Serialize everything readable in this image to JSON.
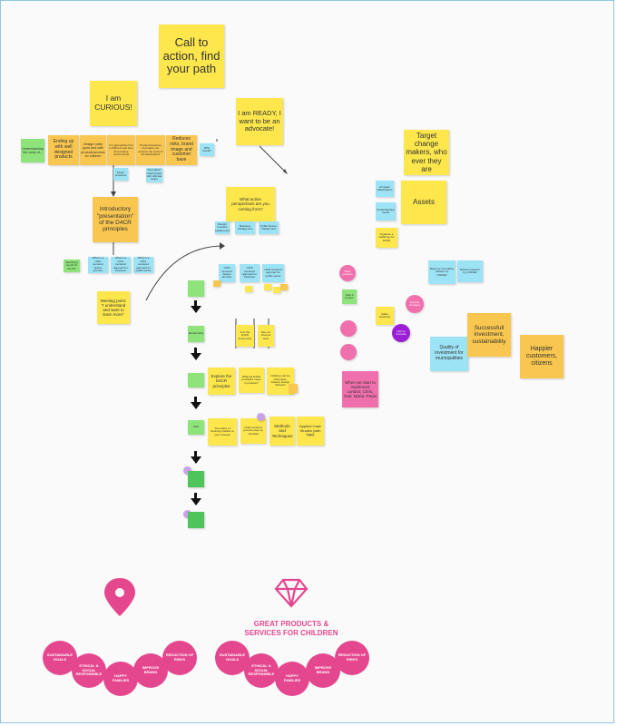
{
  "board": {
    "call_to_action": "Call to action, find your path",
    "curious": "I am CURIOUS!",
    "ready": "I am READY, I want to be an advocate!",
    "target": "Target change makers, who ever they are",
    "assets": "Assets",
    "ending_up": "Ending up with well designed products",
    "design_pitfalls": "Design really good and safe product/services for children",
    "approaches": "It's approaches that is different and best that creates recommends",
    "products_services": "Products/services that takes into account the voice of all stakeholders",
    "reduces_risks": "Reduces risks, brand image and customer base",
    "green_left": "Understanding the voice of...",
    "blue_right": "Why Invest?",
    "blue_small": "Strengthen relationships with ultimate target",
    "blue_small2": "Fewer problems",
    "intro": "Introductory \"presentation\" of the D4CR principles",
    "green_mid": "Identifying needs for the DG",
    "blue_a": "What is a child-centered design process",
    "blue_b": "What is a child-centered approach to business",
    "blue_c": "What is a child-centered approach to public sector",
    "meeting_point": "Meeting point: \"I understand and want to learn more\"",
    "what_action": "What action perspectives are you coming from?",
    "design_bg": "Design/ Creative background",
    "business_bg": "Business background",
    "public_bg": "Public Sector background",
    "blue_design": "Child centered design process",
    "blue_approach": "Child centered approach to business",
    "blue_public": "Child centered approach to public sector",
    "join_d4cr": "Join the D4CR community",
    "see_work": "See our show at work",
    "green_join": "Membership",
    "explore": "Explore the D4CR principles",
    "what_d4cr": "What do D4CR principles mean in practice?",
    "children_users": "Children can be informants, Testers, Design Partners",
    "green_start": "Start",
    "ethics": "The ethics of involving children in your process",
    "child_centered": "Child-centered process step-up checklist",
    "methods": "Methods and Techniques",
    "applied": "Applied Case Studies (with tags)",
    "consider": "Consider stakeholders",
    "needs": "Understanding needs",
    "engage": "Engage with the organization's partners",
    "organise": "Organise a challenge for D4CR",
    "basis": "Basis for consulting children by UNICEF",
    "ethical": "Ethical research by UNICEF",
    "quality": "Quality of investment for municipalities",
    "successful": "Successfull investment, sustainability",
    "happier": "Happier customers, citizens",
    "meet_partners": "Meet partners",
    "start_project": "Start a project",
    "sales": "Sales channels",
    "expand": "Expand company",
    "how_to": "How to innovate",
    "contact": "When we start to implement contact: Chris, Outi, Maria, Paula",
    "small_notes": "Notes",
    "pink_caption": "GREAT PRODUCTS & SERVICES FOR CHILDREN",
    "pills_left": [
      "SUSTAINABLE GOALS",
      "ETHICAL & SOCIAL RESPONSIBLE",
      "HAPPY FAMILIES",
      "IMPROVE BRAND",
      "REDUCTION OF RISKS"
    ],
    "pills_right": [
      "SUSTAINABLE GOALS",
      "ETHICAL & SOCIAL RESPONSIBLE",
      "HAPPY FAMILIES",
      "IMPROVE BRAND",
      "REDUCTION OF RISKS"
    ]
  },
  "colors": {
    "yellow": "#fde74c",
    "orange": "#f9c74f",
    "blue": "#9de3f6",
    "green": "#8ee37b",
    "pink": "#e5478f",
    "purple": "#9b1fd6"
  },
  "icons": [
    "location-pin-icon",
    "diamond-icon",
    "arrow-down-icon"
  ]
}
